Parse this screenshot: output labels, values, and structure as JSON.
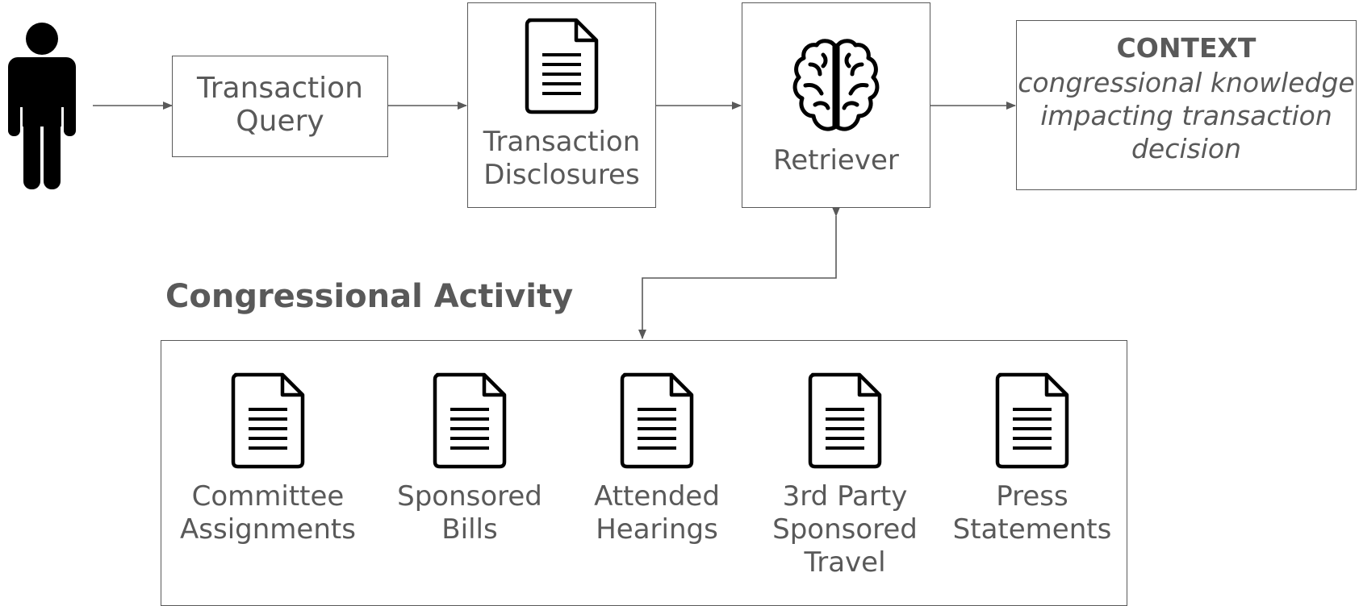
{
  "nodes": {
    "user": {
      "icon": "person-icon"
    },
    "query": {
      "label_line1": "Transaction",
      "label_line2": "Query"
    },
    "disclosures": {
      "icon": "document-icon",
      "label_line1": "Transaction",
      "label_line2": "Disclosures"
    },
    "retriever": {
      "icon": "brain-icon",
      "label": "Retriever"
    },
    "context": {
      "title": "CONTEXT",
      "line1": "congressional knowledge",
      "line2": "impacting transaction",
      "line3": "decision"
    }
  },
  "activity": {
    "title": "Congressional Activity",
    "items": [
      {
        "icon": "document-icon",
        "line1": "Committee",
        "line2": "Assignments",
        "line3": ""
      },
      {
        "icon": "document-icon",
        "line1": "Sponsored",
        "line2": "Bills",
        "line3": ""
      },
      {
        "icon": "document-icon",
        "line1": "Attended",
        "line2": "Hearings",
        "line3": ""
      },
      {
        "icon": "document-icon",
        "line1": "3rd Party",
        "line2": "Sponsored",
        "line3": "Travel"
      },
      {
        "icon": "document-icon",
        "line1": "Press",
        "line2": "Statements",
        "line3": ""
      }
    ]
  },
  "colors": {
    "stroke": "#595959",
    "icon": "#000000",
    "background": "#ffffff"
  }
}
